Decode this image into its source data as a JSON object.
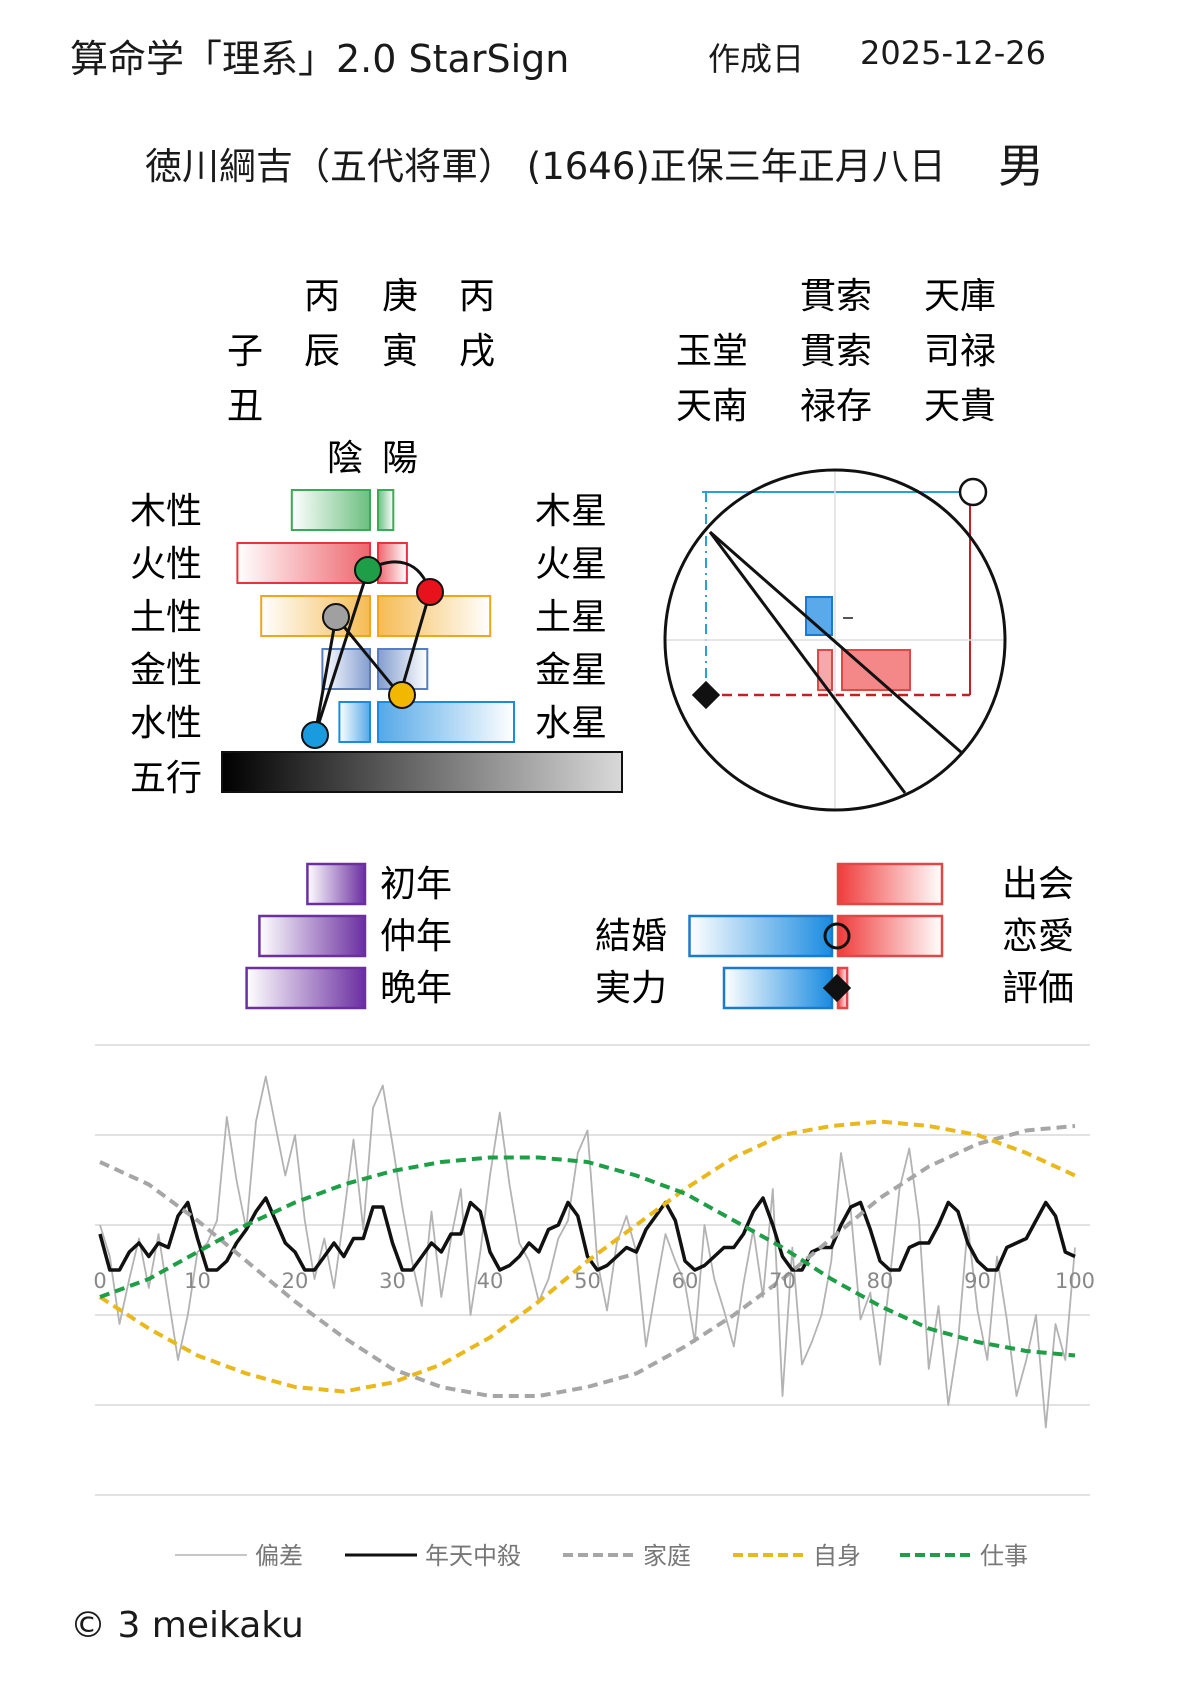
{
  "header": {
    "title": "算命学「理系」2.0 StarSign",
    "created_label": "作成日",
    "created_date": "2025-12-26",
    "subject": "徳川綱吉（五代将軍）  (1646)正保三年正月八日",
    "gender": "男"
  },
  "pillars": {
    "stems": [
      "丙",
      "庚",
      "丙"
    ],
    "branches": [
      "辰",
      "寅",
      "戌"
    ],
    "void": [
      "子",
      "丑"
    ]
  },
  "stars": {
    "grid": [
      [
        "",
        "貫索",
        "天庫"
      ],
      [
        "玉堂",
        "貫索",
        "司禄"
      ],
      [
        "天南",
        "禄存",
        "天貴"
      ]
    ]
  },
  "elements": {
    "yin_label": "陰",
    "yang_label": "陽",
    "left_labels": [
      "木性",
      "火性",
      "土性",
      "金性",
      "水性"
    ],
    "right_labels": [
      "木星",
      "火星",
      "土星",
      "金星",
      "水星"
    ],
    "gogyo_label": "五行",
    "yin_values": [
      0.46,
      0.78,
      0.64,
      0.28,
      0.18
    ],
    "yang_values": [
      0.09,
      0.17,
      0.66,
      0.29,
      0.8
    ],
    "colors": [
      "#3aaa55",
      "#e8323c",
      "#f2a51a",
      "#5a7dbf",
      "#1a8be0"
    ]
  },
  "life_stages": {
    "labels": [
      "初年",
      "仲年",
      "晩年"
    ],
    "values": [
      0.36,
      0.66,
      0.74
    ],
    "color": "#6b2fa0"
  },
  "relations": {
    "left_labels": [
      "結婚",
      "実力"
    ],
    "right_labels": [
      "出会",
      "恋愛",
      "評価"
    ],
    "blue_values": [
      0.95,
      0.72
    ],
    "red_values": [
      0.8,
      0.8,
      0.07
    ]
  },
  "chart_data": {
    "type": "line",
    "title": "",
    "xlabel": "",
    "ylabel": "",
    "xlim": [
      0,
      100
    ],
    "ylim": [
      -5,
      5
    ],
    "grid": true,
    "x_tick_labels": [
      "0",
      "10",
      "20",
      "30",
      "40",
      "50",
      "60",
      "70",
      "80",
      "90",
      "100"
    ],
    "legend_position": "bottom",
    "series": [
      {
        "name": "偏差",
        "style": "solid",
        "color": "#b3b3b3",
        "x": [
          0,
          1,
          2,
          3,
          4,
          5,
          6,
          7,
          8,
          9,
          10,
          11,
          12,
          13,
          14,
          15,
          16,
          17,
          18,
          19,
          20,
          21,
          22,
          23,
          24,
          25,
          26,
          27,
          28,
          29,
          30,
          31,
          32,
          33,
          34,
          35,
          36,
          37,
          38,
          39,
          40,
          41,
          42,
          43,
          44,
          45,
          46,
          47,
          48,
          49,
          50,
          51,
          52,
          53,
          54,
          55,
          56,
          57,
          58,
          59,
          60,
          61,
          62,
          63,
          64,
          65,
          66,
          67,
          68,
          69,
          70,
          71,
          72,
          73,
          74,
          75,
          76,
          77,
          78,
          79,
          80,
          81,
          82,
          83,
          84,
          85,
          86,
          87,
          88,
          89,
          90,
          91,
          92,
          93,
          94,
          95,
          96,
          97,
          98,
          99,
          100
        ],
        "y": [
          1.0,
          0.3,
          -1.2,
          -0.2,
          0.7,
          -0.4,
          0.8,
          -0.6,
          -2.0,
          -1.0,
          0.4,
          0.6,
          1.1,
          3.4,
          2.0,
          0.9,
          3.3,
          4.3,
          3.2,
          2.1,
          3.0,
          1.1,
          -0.2,
          0.7,
          -0.4,
          1.2,
          2.9,
          0.9,
          3.6,
          4.1,
          2.8,
          1.4,
          0.2,
          -0.8,
          1.3,
          -0.6,
          0.7,
          1.8,
          -1.0,
          0.4,
          2.1,
          3.5,
          1.9,
          0.6,
          0.2,
          -0.7,
          -0.2,
          0.7,
          1.1,
          2.6,
          3.1,
          0.2,
          -0.9,
          0.6,
          1.2,
          0.4,
          -1.7,
          -0.4,
          0.8,
          0.2,
          -0.3,
          -1.6,
          1.0,
          -0.2,
          -0.9,
          -1.7,
          -0.3,
          0.9,
          -0.6,
          1.8,
          -2.8,
          0.5,
          -2.1,
          -1.6,
          -1.0,
          0.2,
          2.6,
          1.3,
          -1.1,
          -0.5,
          -2.1,
          -0.2,
          1.8,
          2.7,
          1.1,
          -2.2,
          -0.8,
          -3.0,
          -1.6,
          1.0,
          -0.9,
          -2.0,
          0.3,
          -1.1,
          -2.8,
          -2.0,
          -1.0,
          -3.5,
          -1.2,
          -2.0,
          0.5
        ]
      },
      {
        "name": "年天中殺",
        "style": "solid",
        "color": "#111111",
        "x": [
          0,
          1,
          2,
          3,
          4,
          5,
          6,
          7,
          8,
          9,
          10,
          11,
          12,
          13,
          14,
          15,
          16,
          17,
          18,
          19,
          20,
          21,
          22,
          23,
          24,
          25,
          26,
          27,
          28,
          29,
          30,
          31,
          32,
          33,
          34,
          35,
          36,
          37,
          38,
          39,
          40,
          41,
          42,
          43,
          44,
          45,
          46,
          47,
          48,
          49,
          50,
          51,
          52,
          53,
          54,
          55,
          56,
          57,
          58,
          59,
          60,
          61,
          62,
          63,
          64,
          65,
          66,
          67,
          68,
          69,
          70,
          71,
          72,
          73,
          74,
          75,
          76,
          77,
          78,
          79,
          80,
          81,
          82,
          83,
          84,
          85,
          86,
          87,
          88,
          89,
          90,
          91,
          92,
          93,
          94,
          95,
          96,
          97,
          98,
          99,
          100
        ],
        "y": [
          0.8,
          0.0,
          0.0,
          0.4,
          0.6,
          0.3,
          0.6,
          0.5,
          1.2,
          1.5,
          0.7,
          0.0,
          0.0,
          0.2,
          0.6,
          0.9,
          1.3,
          1.6,
          1.1,
          0.6,
          0.4,
          0.0,
          0.0,
          0.3,
          0.6,
          0.3,
          0.7,
          0.7,
          1.4,
          1.4,
          0.6,
          0.0,
          0.0,
          0.3,
          0.6,
          0.4,
          0.8,
          0.8,
          1.5,
          1.3,
          0.4,
          0.0,
          0.1,
          0.3,
          0.6,
          0.4,
          0.9,
          1.0,
          1.5,
          1.2,
          0.3,
          0.0,
          0.1,
          0.3,
          0.5,
          0.4,
          0.9,
          1.2,
          1.5,
          1.1,
          0.2,
          0.0,
          0.1,
          0.3,
          0.5,
          0.5,
          0.8,
          1.3,
          1.6,
          1.0,
          0.3,
          0.0,
          0.0,
          0.4,
          0.5,
          0.5,
          1.0,
          1.4,
          1.5,
          0.9,
          0.2,
          0.0,
          0.0,
          0.5,
          0.6,
          0.6,
          1.0,
          1.5,
          1.3,
          0.6,
          0.2,
          0.0,
          0.0,
          0.5,
          0.6,
          0.7,
          1.1,
          1.5,
          1.2,
          0.4,
          0.3
        ]
      },
      {
        "name": "家庭",
        "style": "dashed",
        "color": "#a6a6a6",
        "x": [
          0,
          5,
          10,
          15,
          20,
          25,
          30,
          35,
          40,
          45,
          50,
          55,
          60,
          65,
          70,
          75,
          80,
          85,
          90,
          95,
          100
        ],
        "y": [
          2.4,
          1.9,
          1.1,
          0.2,
          -0.7,
          -1.5,
          -2.2,
          -2.6,
          -2.8,
          -2.8,
          -2.6,
          -2.3,
          -1.7,
          -1.0,
          -0.2,
          0.7,
          1.6,
          2.3,
          2.8,
          3.1,
          3.2
        ]
      },
      {
        "name": "自身",
        "style": "dashed",
        "color": "#e8b81c",
        "x": [
          0,
          5,
          10,
          15,
          20,
          25,
          30,
          35,
          40,
          45,
          50,
          55,
          60,
          65,
          70,
          75,
          80,
          85,
          90,
          95,
          100
        ],
        "y": [
          -0.6,
          -1.3,
          -1.9,
          -2.3,
          -2.6,
          -2.7,
          -2.5,
          -2.1,
          -1.5,
          -0.7,
          0.2,
          1.0,
          1.8,
          2.5,
          3.0,
          3.2,
          3.3,
          3.2,
          3.0,
          2.6,
          2.1
        ]
      },
      {
        "name": "仕事",
        "style": "dashed",
        "color": "#1e9e46",
        "x": [
          0,
          5,
          10,
          15,
          20,
          25,
          30,
          35,
          40,
          45,
          50,
          55,
          60,
          65,
          70,
          75,
          80,
          85,
          90,
          95,
          100
        ],
        "y": [
          -0.6,
          -0.2,
          0.4,
          1.0,
          1.5,
          1.9,
          2.2,
          2.4,
          2.5,
          2.5,
          2.4,
          2.1,
          1.7,
          1.1,
          0.5,
          -0.2,
          -0.8,
          -1.3,
          -1.6,
          -1.8,
          -1.9
        ]
      }
    ]
  },
  "copyright": "© 3 meikaku"
}
